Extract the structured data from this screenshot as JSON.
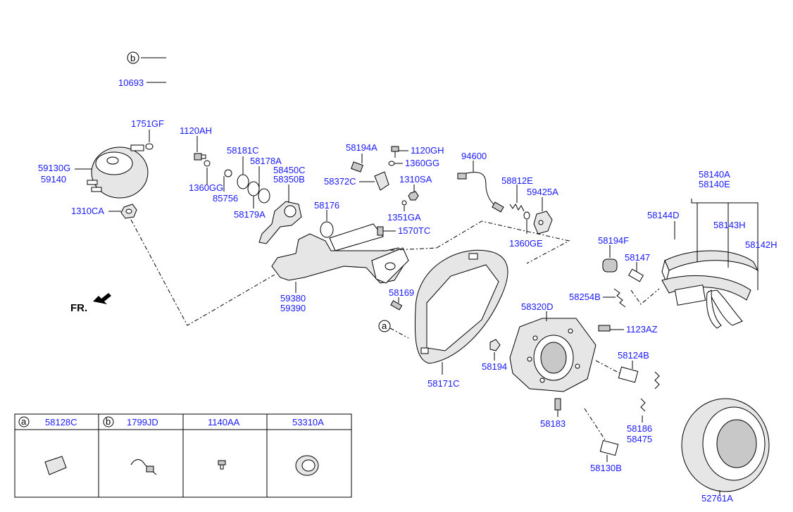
{
  "callouts": {
    "a": "a",
    "b": "b"
  },
  "labels": {
    "p10693": "10693",
    "p1751GF": "1751GF",
    "p1120AH": "1120AH",
    "p59130G": "59130G",
    "p59140": "59140",
    "p1310CA": "1310CA",
    "p1360GG_a": "1360GG",
    "p85756": "85756",
    "p58181C": "58181C",
    "p58178A": "58178A",
    "p58450C": "58450C",
    "p58350B": "58350B",
    "p58179A": "58179A",
    "p58176": "58176",
    "p58194A": "58194A",
    "p1120GH": "1120GH",
    "p1360GG_b": "1360GG",
    "p58372C": "58372C",
    "p1310SA": "1310SA",
    "p1351GA": "1351GA",
    "p1570TC": "1570TC",
    "p94600": "94600",
    "p58812E": "58812E",
    "p59425A": "59425A",
    "p1360GE": "1360GE",
    "p58140A": "58140A",
    "p58140E": "58140E",
    "p58144D": "58144D",
    "p58143H": "58143H",
    "p58142H": "58142H",
    "p58194F": "58194F",
    "p58147": "58147",
    "p58254B": "58254B",
    "p59380": "59380",
    "p59390": "59390",
    "p58169": "58169",
    "p58320D": "58320D",
    "p1123AZ": "1123AZ",
    "p58194": "58194",
    "p58171C": "58171C",
    "p58124B": "58124B",
    "p58183": "58183",
    "p58186": "58186",
    "p58475": "58475",
    "p58130B": "58130B",
    "p52761A": "52761A",
    "fr": "FR."
  },
  "legend": {
    "a_code": "58128C",
    "b_code": "1799JD",
    "c_code": "1140AA",
    "d_code": "53310A"
  }
}
